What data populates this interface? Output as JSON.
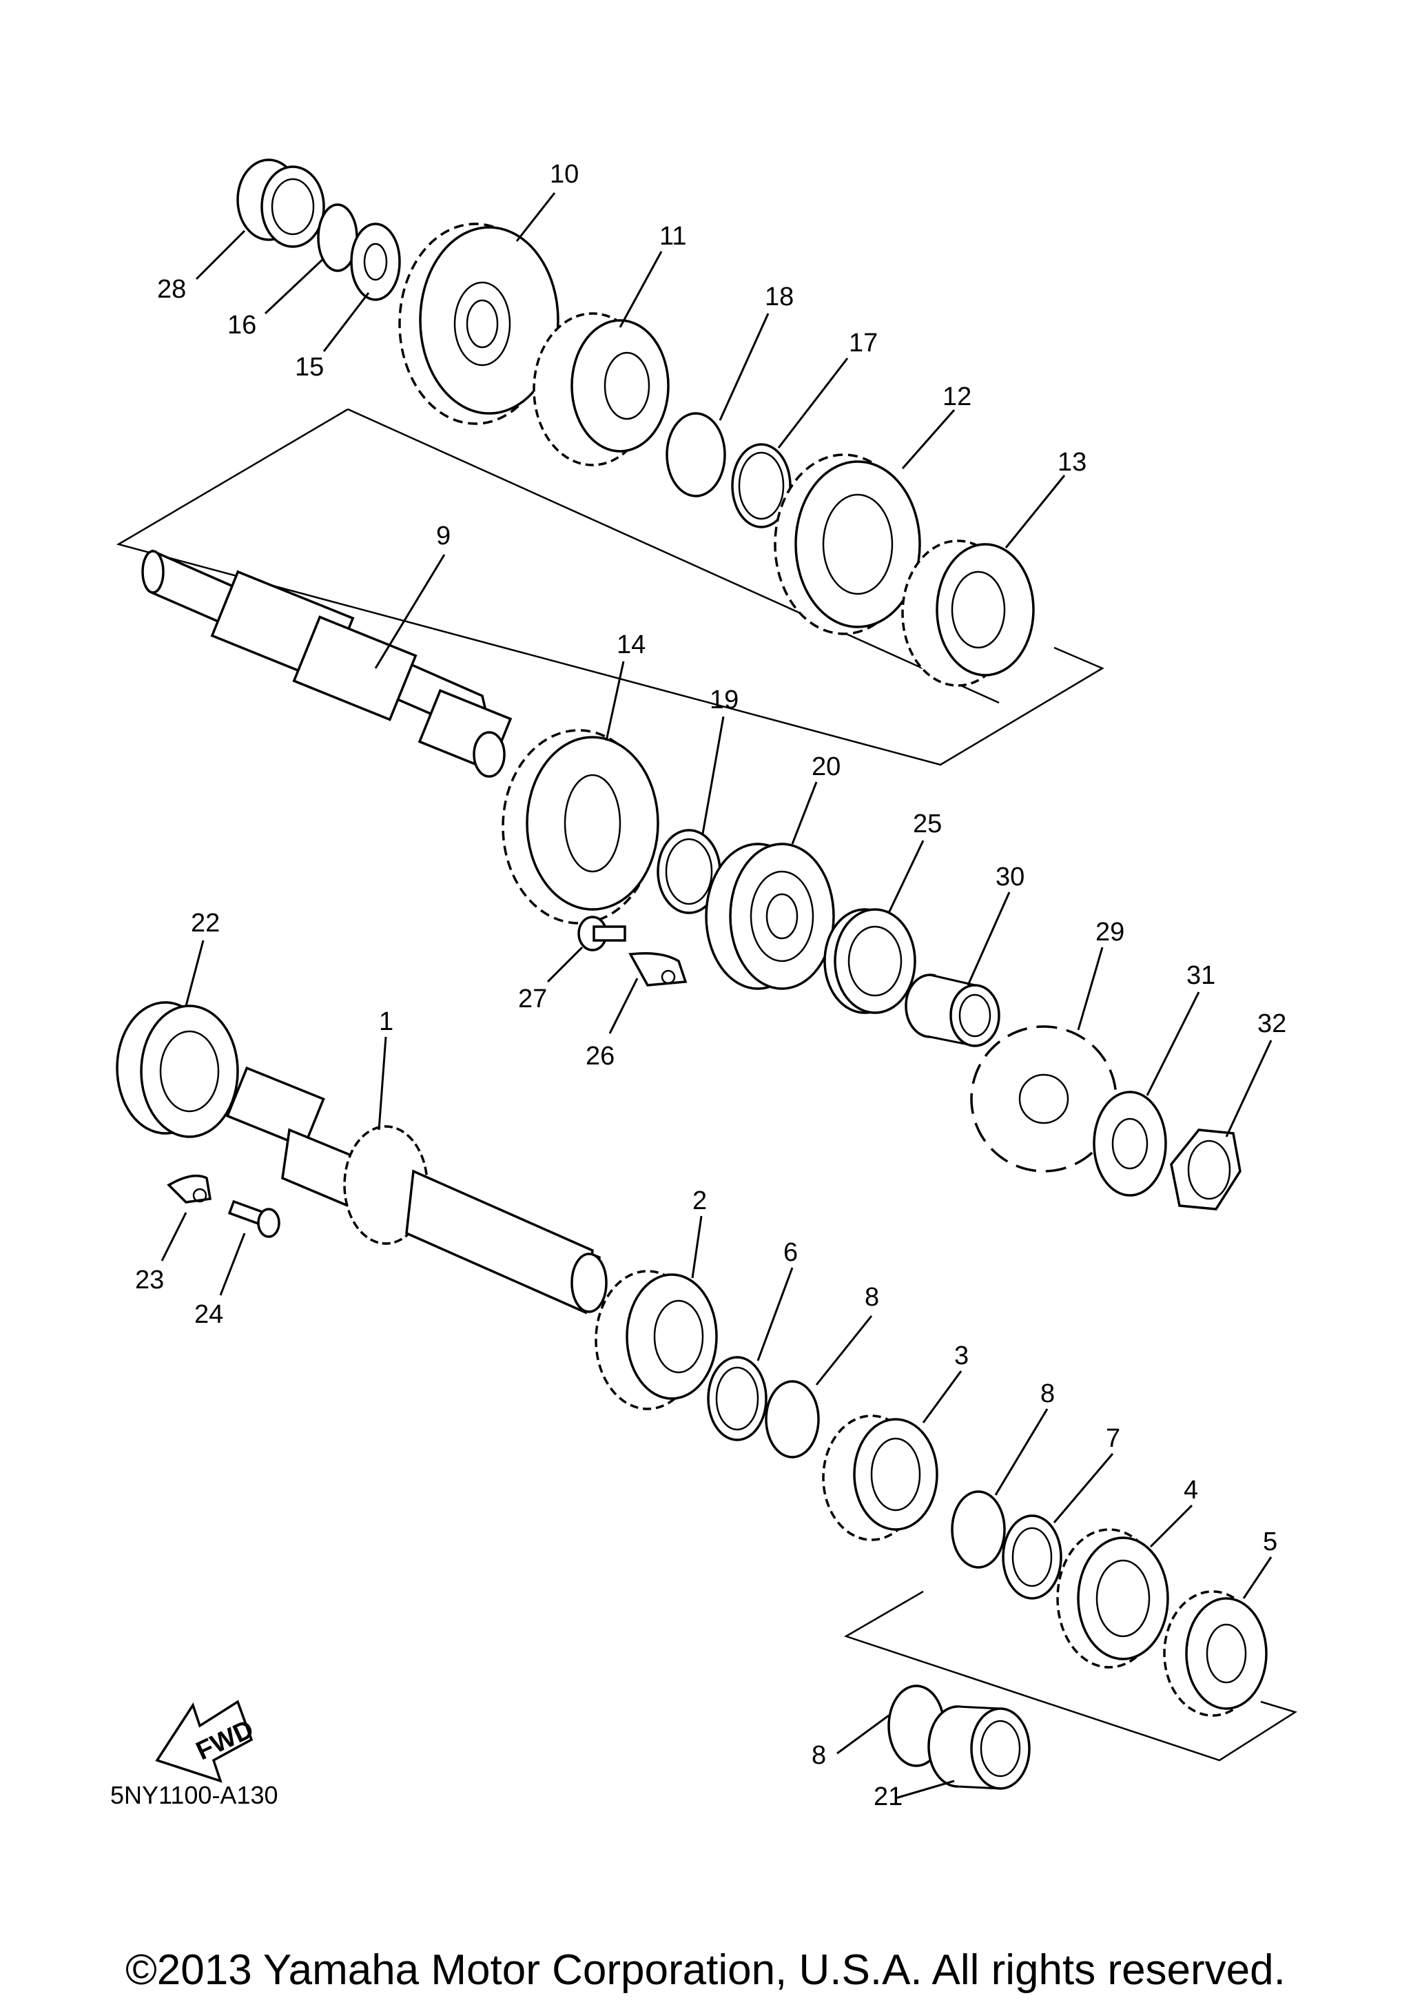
{
  "diagram": {
    "part_code": "5NY1100-A130",
    "copyright": "©2013 Yamaha Motor Corporation, U.S.A. All rights reserved.",
    "fwd_label": "FWD",
    "callouts": [
      "1",
      "2",
      "3",
      "4",
      "5",
      "6",
      "7",
      "8",
      "8",
      "8",
      "9",
      "10",
      "11",
      "12",
      "13",
      "14",
      "15",
      "16",
      "17",
      "18",
      "19",
      "20",
      "21",
      "22",
      "23",
      "24",
      "25",
      "26",
      "27",
      "28",
      "29",
      "30",
      "31",
      "32"
    ]
  }
}
